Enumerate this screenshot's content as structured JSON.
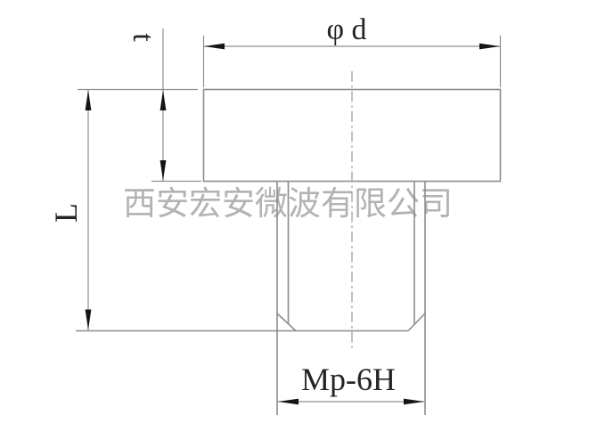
{
  "drawing": {
    "watermark": "西安宏安微波有限公司",
    "labels": {
      "diameter": "φ d",
      "thickness": "t",
      "length": "L",
      "thread": "Mp-6H"
    },
    "colors": {
      "outline": "#8c8c8c",
      "dimension_text": "#242424",
      "arrowhead": "#151515",
      "watermark": "#b3b3b3",
      "background": "#ffffff"
    }
  }
}
